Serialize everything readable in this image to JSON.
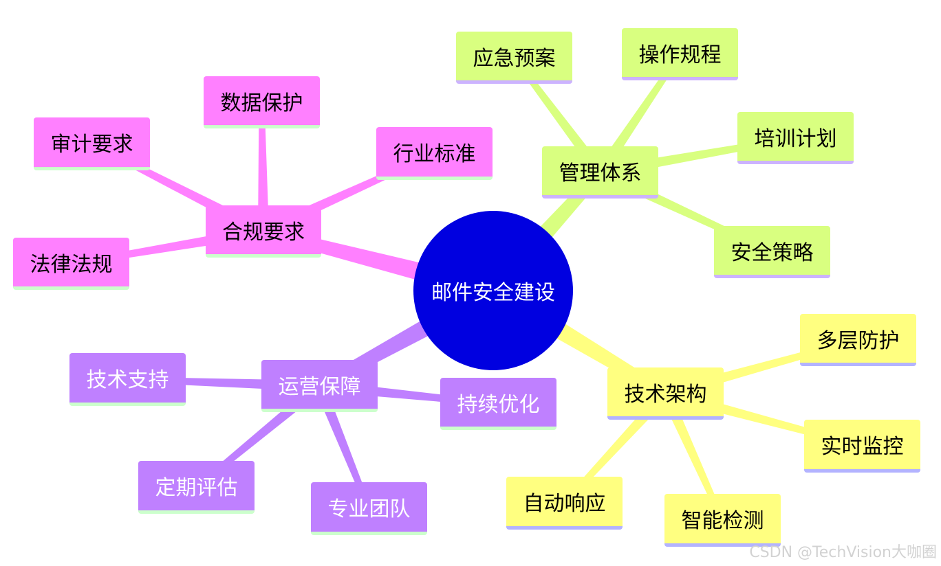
{
  "diagram": {
    "center": {
      "label": "邮件安全建设",
      "color": "#0000e0"
    },
    "branches": [
      {
        "id": "compliance",
        "label": "合规要求",
        "fill": "#ff80ff",
        "underline": "#ccffcc",
        "text_color": "#000000",
        "children": [
          {
            "id": "data-protection",
            "label": "数据保护"
          },
          {
            "id": "audit",
            "label": "审计要求"
          },
          {
            "id": "industry",
            "label": "行业标准"
          },
          {
            "id": "law",
            "label": "法律法规"
          }
        ]
      },
      {
        "id": "management",
        "label": "管理体系",
        "fill": "#d9ff80",
        "underline": "#ccb3ff",
        "text_color": "#000000",
        "children": [
          {
            "id": "emergency",
            "label": "应急预案"
          },
          {
            "id": "procedures",
            "label": "操作规程"
          },
          {
            "id": "training",
            "label": "培训计划"
          },
          {
            "id": "policy",
            "label": "安全策略"
          }
        ]
      },
      {
        "id": "tech",
        "label": "技术架构",
        "fill": "#ffff80",
        "underline": "#b3b3ff",
        "text_color": "#000000",
        "children": [
          {
            "id": "layered",
            "label": "多层防护"
          },
          {
            "id": "monitor",
            "label": "实时监控"
          },
          {
            "id": "response",
            "label": "自动响应"
          },
          {
            "id": "detection",
            "label": "智能检测"
          }
        ]
      },
      {
        "id": "operations",
        "label": "运营保障",
        "fill": "#bf80ff",
        "underline": "#ccffcc",
        "text_color": "#ffffff",
        "children": [
          {
            "id": "support",
            "label": "技术支持"
          },
          {
            "id": "optimize",
            "label": "持续优化"
          },
          {
            "id": "review",
            "label": "定期评估"
          },
          {
            "id": "team",
            "label": "专业团队"
          }
        ]
      }
    ]
  },
  "watermark": "CSDN @TechVision大咖圈"
}
